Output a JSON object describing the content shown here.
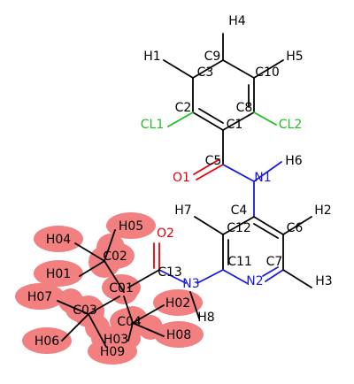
{
  "molecule": {
    "atoms": [
      {
        "id": "H4",
        "element": "H"
      },
      {
        "id": "H1",
        "element": "H"
      },
      {
        "id": "C9",
        "element": "C"
      },
      {
        "id": "H5",
        "element": "H"
      },
      {
        "id": "C3",
        "element": "C"
      },
      {
        "id": "C10",
        "element": "C"
      },
      {
        "id": "C2",
        "element": "C"
      },
      {
        "id": "C8",
        "element": "C"
      },
      {
        "id": "CL1",
        "element": "Cl"
      },
      {
        "id": "C1",
        "element": "C"
      },
      {
        "id": "CL2",
        "element": "Cl"
      },
      {
        "id": "C5",
        "element": "C"
      },
      {
        "id": "H6",
        "element": "H"
      },
      {
        "id": "O1",
        "element": "O"
      },
      {
        "id": "N1",
        "element": "N"
      },
      {
        "id": "H7",
        "element": "H"
      },
      {
        "id": "C4",
        "element": "C"
      },
      {
        "id": "H2",
        "element": "H"
      },
      {
        "id": "H05",
        "element": "H"
      },
      {
        "id": "O2",
        "element": "O"
      },
      {
        "id": "C12",
        "element": "C"
      },
      {
        "id": "C6",
        "element": "C"
      },
      {
        "id": "H04",
        "element": "H"
      },
      {
        "id": "C02",
        "element": "C"
      },
      {
        "id": "H01",
        "element": "H"
      },
      {
        "id": "C13",
        "element": "C"
      },
      {
        "id": "C11",
        "element": "C"
      },
      {
        "id": "C7",
        "element": "C"
      },
      {
        "id": "N3",
        "element": "N"
      },
      {
        "id": "N2",
        "element": "N"
      },
      {
        "id": "H3",
        "element": "H"
      },
      {
        "id": "C01",
        "element": "C"
      },
      {
        "id": "H07",
        "element": "H"
      },
      {
        "id": "H02",
        "element": "H"
      },
      {
        "id": "C03",
        "element": "C"
      },
      {
        "id": "H8",
        "element": "H"
      },
      {
        "id": "C04",
        "element": "C"
      },
      {
        "id": "H06",
        "element": "H"
      },
      {
        "id": "H03",
        "element": "H"
      },
      {
        "id": "H08",
        "element": "H"
      },
      {
        "id": "H09",
        "element": "H"
      }
    ],
    "colors": {
      "carbon": "#000000",
      "hydrogen": "#000000",
      "chlorine": "#1fbf1f",
      "oxygen": "#e8000b",
      "nitrogen": "#1a1adc",
      "bond": "#000000",
      "highlight": "#f28080"
    },
    "highlighted_group": [
      "C01",
      "C02",
      "C03",
      "C04",
      "H01",
      "H02",
      "H03",
      "H04",
      "H05",
      "H06",
      "H07",
      "H08",
      "H09"
    ]
  }
}
